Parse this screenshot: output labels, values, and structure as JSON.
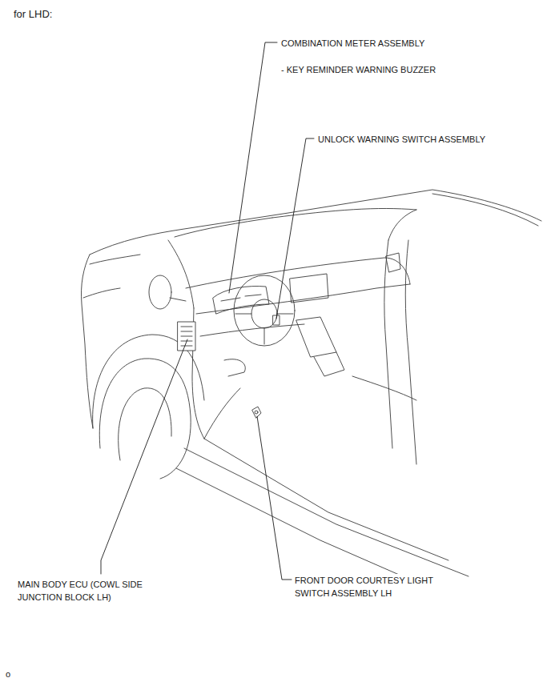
{
  "diagram": {
    "title": "for LHD:",
    "labels": [
      "COMBINATION METER ASSEMBLY",
      "- KEY REMINDER WARNING BUZZER",
      "UNLOCK WARNING SWITCH ASSEMBLY",
      "MAIN BODY ECU (COWL SIDE JUNCTION BLOCK LH)",
      "FRONT DOOR COURTESY LIGHT SWITCH ASSEMBLY LH",
      "o"
    ]
  }
}
